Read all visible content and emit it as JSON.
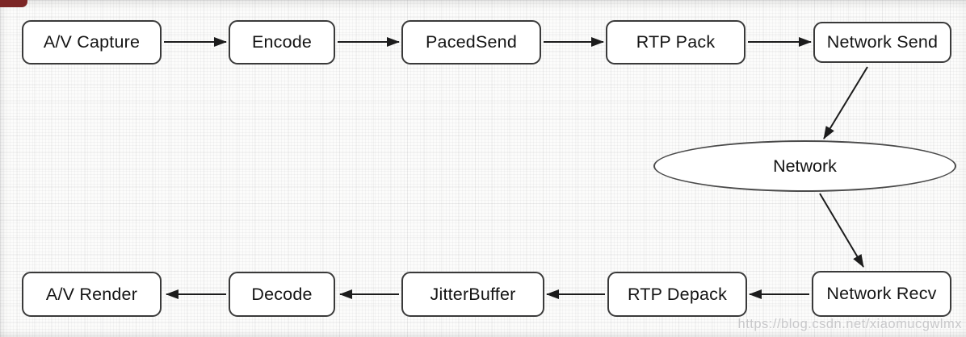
{
  "diagram": {
    "send_chain": [
      {
        "label": "A/V Capture"
      },
      {
        "label": "Encode"
      },
      {
        "label": "PacedSend"
      },
      {
        "label": "RTP Pack"
      },
      {
        "label": "Network Send"
      }
    ],
    "network": {
      "label": "Network"
    },
    "receive_chain": [
      {
        "label": "Network Recv"
      },
      {
        "label": "RTP Depack"
      },
      {
        "label": "JitterBuffer"
      },
      {
        "label": "Decode"
      },
      {
        "label": "A/V Render"
      }
    ],
    "edges": [
      {
        "from": "A/V Capture",
        "to": "Encode"
      },
      {
        "from": "Encode",
        "to": "PacedSend"
      },
      {
        "from": "PacedSend",
        "to": "RTP Pack"
      },
      {
        "from": "RTP Pack",
        "to": "Network Send"
      },
      {
        "from": "Network Send",
        "to": "Network"
      },
      {
        "from": "Network",
        "to": "Network Recv"
      },
      {
        "from": "Network Recv",
        "to": "RTP Depack"
      },
      {
        "from": "RTP Depack",
        "to": "JitterBuffer"
      },
      {
        "from": "JitterBuffer",
        "to": "Decode"
      },
      {
        "from": "Decode",
        "to": "A/V Render"
      }
    ],
    "colors": {
      "node_fill": "#ffffff",
      "node_border": "#3a3a3a",
      "arrow": "#1c1c1c",
      "text": "#141414",
      "background": "#fcfcfb",
      "watermark": "#c3c3c5",
      "corner_mark": "#7c2625"
    }
  },
  "watermark": {
    "text": "https://blog.csdn.net/xiaomucgwlmx"
  }
}
